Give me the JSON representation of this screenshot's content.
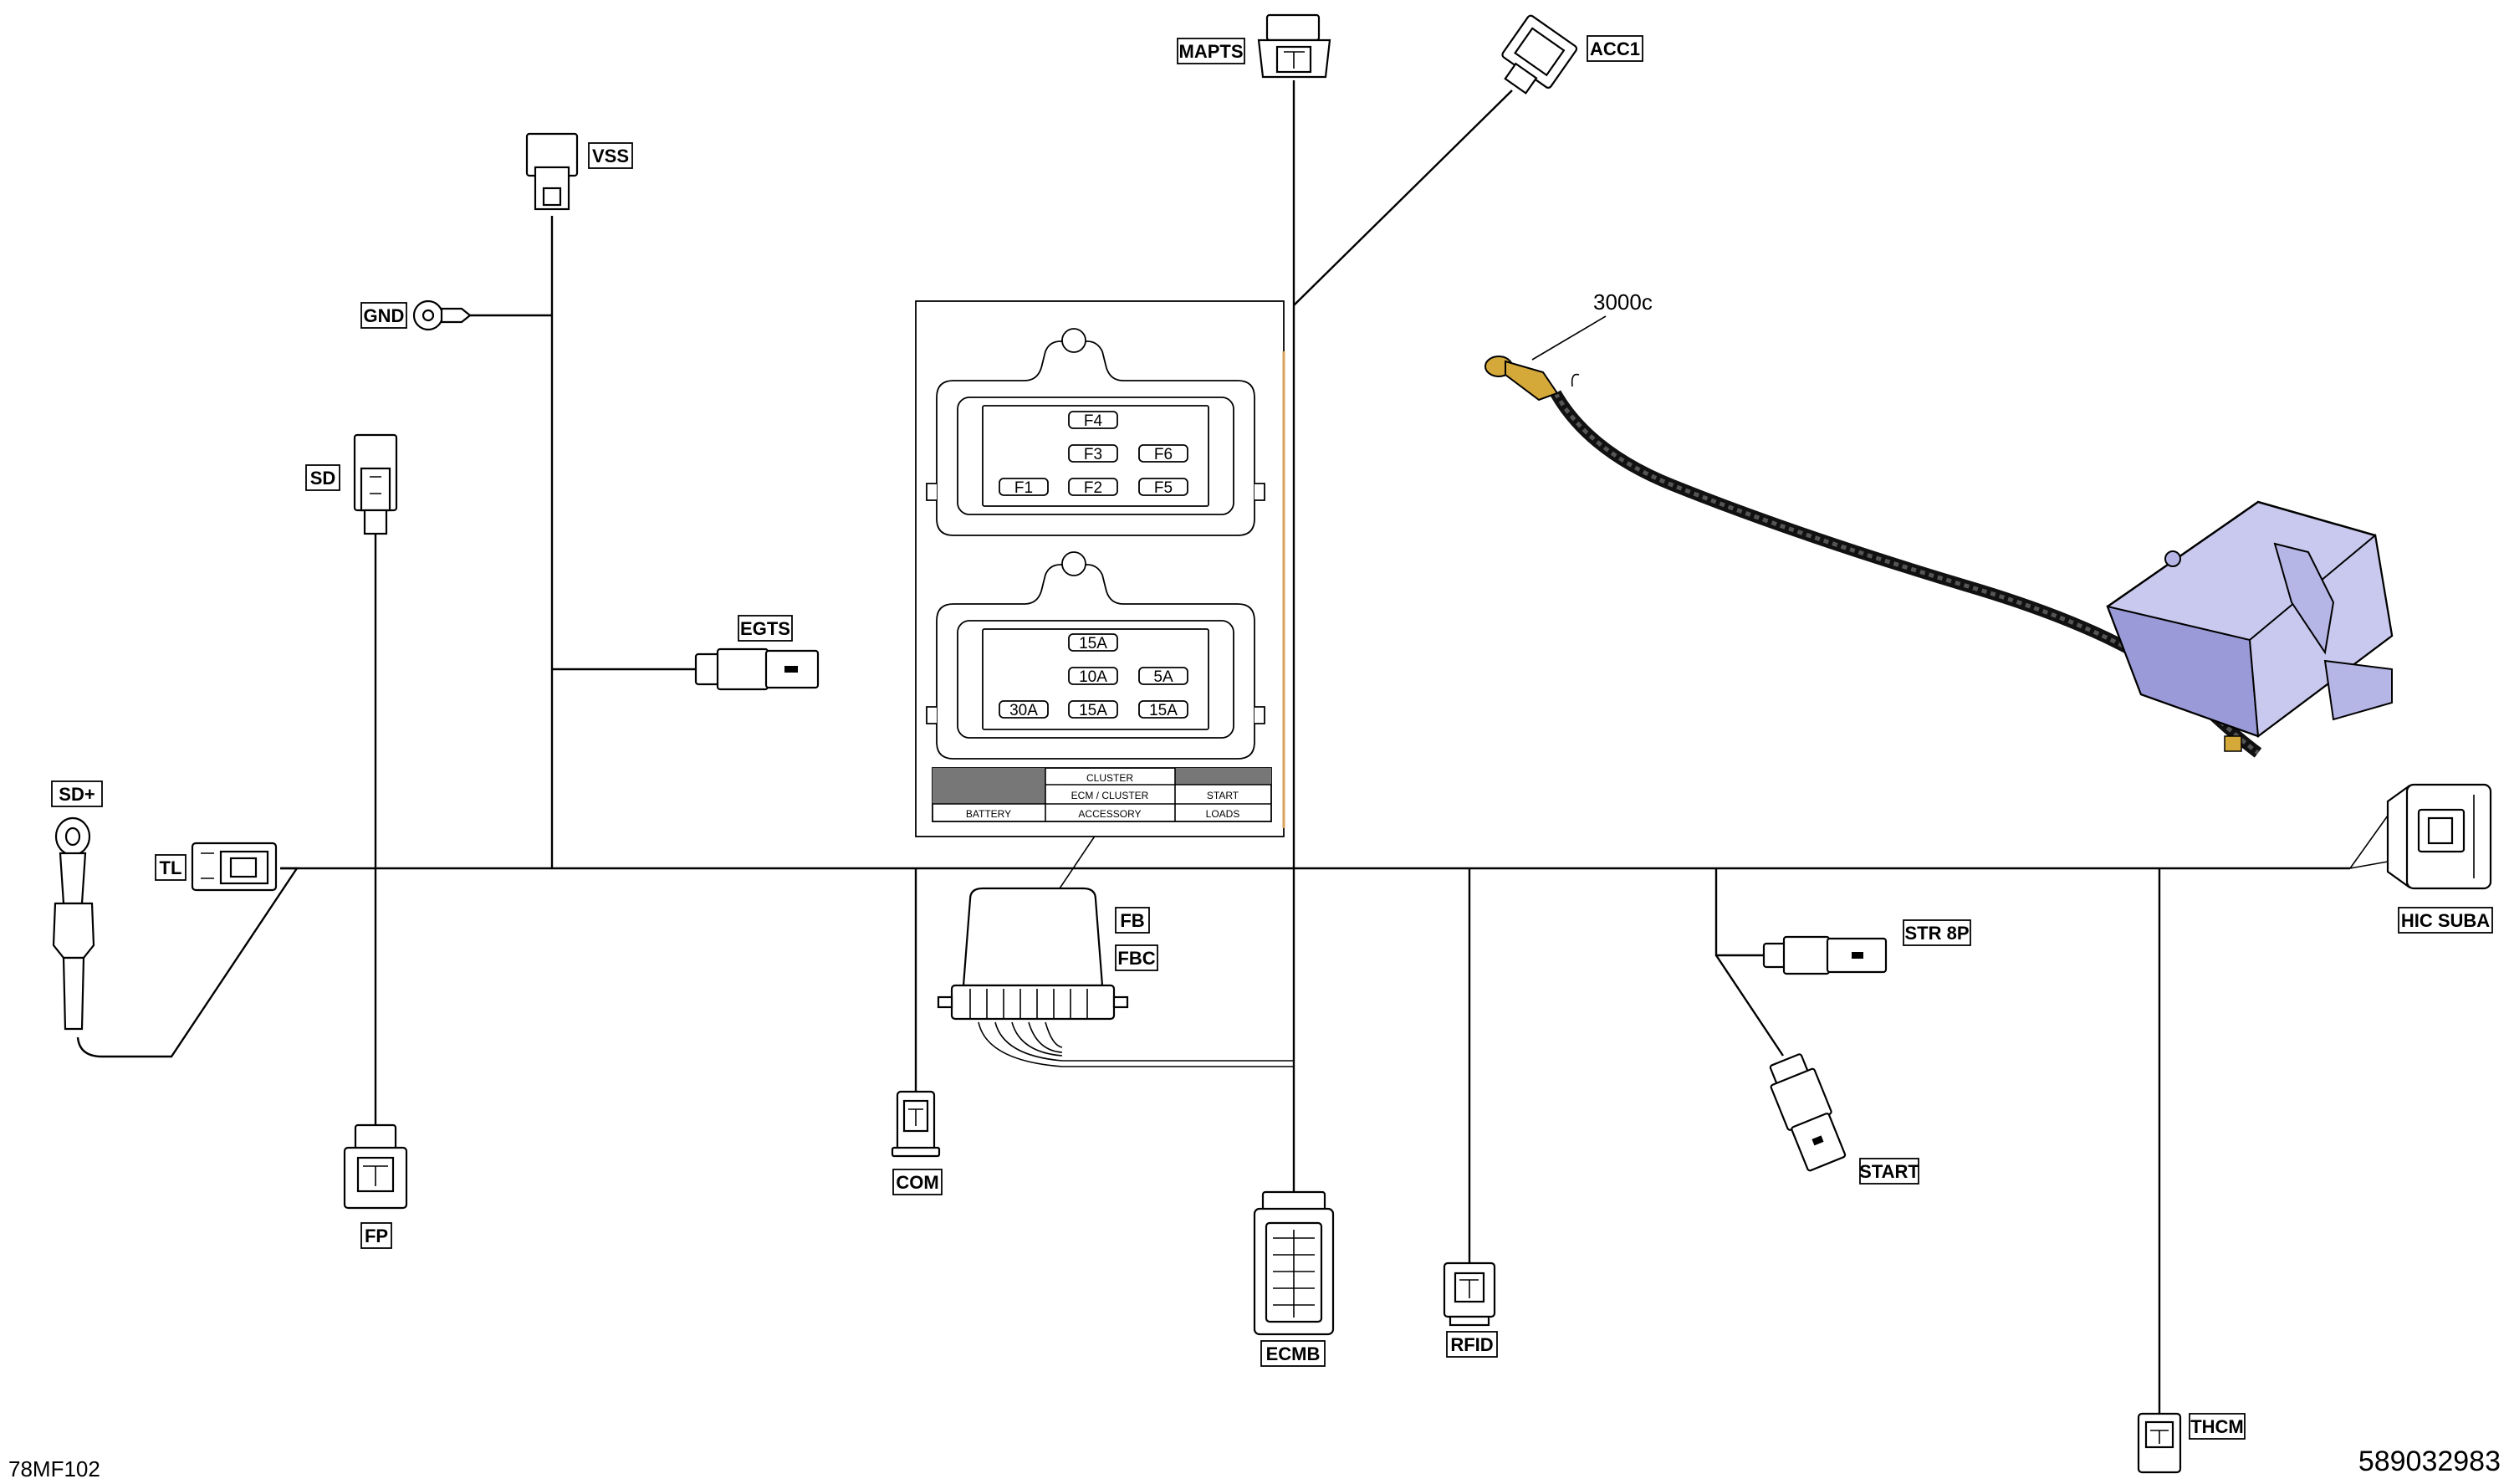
{
  "connectors": {
    "mapts": "MAPTS",
    "acc1": "ACC1",
    "vss": "VSS",
    "gnd": "GND",
    "sd": "SD",
    "egts": "EGTS",
    "sd_plus": "SD+",
    "tl": "TL",
    "fb": "FB",
    "fbc": "FBC",
    "str8p": "STR 8P",
    "hic_suba": "HIC SUBA",
    "fp": "FP",
    "com": "COM",
    "ecmb": "ECMB",
    "rfid": "RFID",
    "start": "START",
    "thcm": "THCM"
  },
  "callout": "3000c",
  "fuse_box": {
    "top_slots": [
      "F4",
      "F3",
      "F6",
      "F1",
      "F2",
      "F5"
    ],
    "bottom_ratings": [
      "15A",
      "10A",
      "5A",
      "30A",
      "15A",
      "15A"
    ],
    "legend": {
      "cluster": "CLUSTER",
      "ecm_cluster": "ECM / CLUSTER",
      "start": "START",
      "battery": "BATTERY",
      "accessory": "ACCESSORY",
      "loads": "LOADS"
    }
  },
  "footer": {
    "left_code": "78MF102",
    "right_code": "589032983"
  },
  "colors": {
    "ecm_body": "#c9c9ef",
    "ecm_dark": "#9a9ad8",
    "battery_terminal": "#d4a93a",
    "fuse_box_divider": "#d9a25a"
  }
}
